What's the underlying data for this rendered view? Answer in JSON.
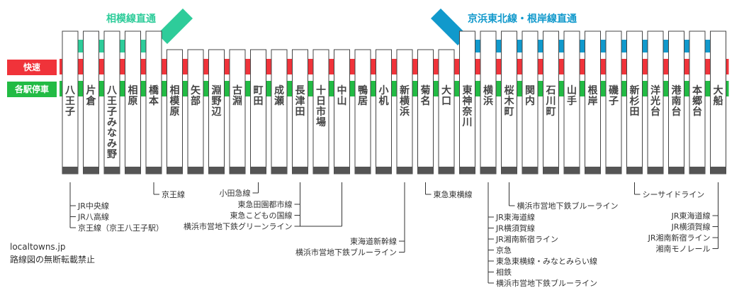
{
  "colors": {
    "rapid": "#f0333a",
    "local": "#22bb44",
    "sagami": "#2ecc9a",
    "keihin": "#1199cc",
    "box_border": "#444444",
    "box_bottom": "#555555",
    "stop_fill": "#ffffff",
    "line_text": "#333333"
  },
  "through_service": {
    "sagami": "相模線直通",
    "keihin": "京浜東北線・根岸線直通"
  },
  "legend": {
    "rapid": "快速",
    "local": "各駅停車"
  },
  "stations": [
    {
      "name": "八王子",
      "rapid": true
    },
    {
      "name": "片倉",
      "rapid": false
    },
    {
      "name": "八王子みなみ野",
      "rapid": false
    },
    {
      "name": "相原",
      "rapid": false
    },
    {
      "name": "橋本",
      "rapid": true
    },
    {
      "name": "相模原",
      "rapid": true
    },
    {
      "name": "矢部",
      "rapid": false
    },
    {
      "name": "淵野辺",
      "rapid": false
    },
    {
      "name": "古淵",
      "rapid": false
    },
    {
      "name": "町田",
      "rapid": true
    },
    {
      "name": "成瀬",
      "rapid": false
    },
    {
      "name": "長津田",
      "rapid": true
    },
    {
      "name": "十日市場",
      "rapid": false
    },
    {
      "name": "中山",
      "rapid": true
    },
    {
      "name": "鴨居",
      "rapid": false
    },
    {
      "name": "小机",
      "rapid": false
    },
    {
      "name": "新横浜",
      "rapid": true
    },
    {
      "name": "菊名",
      "rapid": true
    },
    {
      "name": "大口",
      "rapid": false
    },
    {
      "name": "東神奈川",
      "rapid": true
    },
    {
      "name": "横浜",
      "rapid": true
    },
    {
      "name": "桜木町",
      "rapid": true
    },
    {
      "name": "関内",
      "rapid": true
    },
    {
      "name": "石川町",
      "rapid": true
    },
    {
      "name": "山手",
      "rapid": true
    },
    {
      "name": "根岸",
      "rapid": true
    },
    {
      "name": "磯子",
      "rapid": true
    },
    {
      "name": "新杉田",
      "rapid": true
    },
    {
      "name": "洋光台",
      "rapid": true
    },
    {
      "name": "港南台",
      "rapid": true
    },
    {
      "name": "本郷台",
      "rapid": true
    },
    {
      "name": "大船",
      "rapid": true
    }
  ],
  "transfers": [
    {
      "station": 0,
      "lines": [
        "JR中央線",
        "JR八高線",
        "京王線（京王八王子駅）"
      ]
    },
    {
      "station": 4,
      "lines": [
        "京王線"
      ]
    },
    {
      "station": 9,
      "lines": [
        "小田急線"
      ]
    },
    {
      "station": 11,
      "lines": [
        "東急田園都市線",
        "東急こどもの国線",
        "横浜市営地下鉄グリーンライン"
      ]
    },
    {
      "station": 16,
      "lines": [
        "東海道新幹線",
        "横浜市営地下鉄ブルーライン"
      ]
    },
    {
      "station": 17,
      "lines": [
        "東急東横線"
      ]
    },
    {
      "station": 20,
      "lines": [
        "JR東海道線",
        "JR横須賀線",
        "JR湘南新宿ライン",
        "京急",
        "東急東横線・みなとみらい線",
        "相鉄",
        "横浜市営地下鉄ブルーライン"
      ]
    },
    {
      "station": 21,
      "lines": [
        "横浜市営地下鉄ブルーライン"
      ]
    },
    {
      "station": 27,
      "lines": [
        "シーサイドライン"
      ]
    },
    {
      "station": 31,
      "lines": [
        "JR東海道線",
        "JR横須賀線",
        "JR湘南新宿ライン",
        "湘南モノレール"
      ]
    }
  ],
  "footer": {
    "site": "localtowns.jp",
    "notice": "路線図の無断転載禁止"
  }
}
